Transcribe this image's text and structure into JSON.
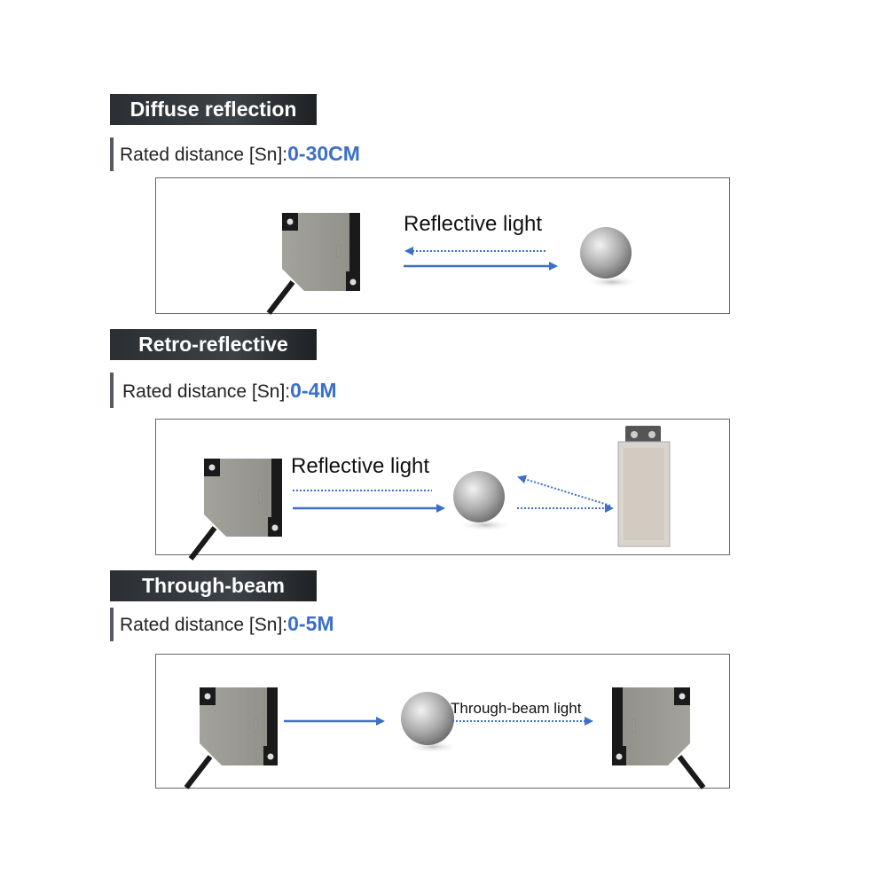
{
  "sections": [
    {
      "title": "Diffuse reflection",
      "rated_label": "Rated distance [Sn]:",
      "rated_value": "0-30CM",
      "light_label": "Reflective light"
    },
    {
      "title": "Retro-reflective",
      "rated_label": "Rated distance [Sn]:",
      "rated_value": "0-4M",
      "light_label": "Reflective light"
    },
    {
      "title": "Through-beam",
      "rated_label": "Rated distance [Sn]:",
      "rated_value": "0-5M",
      "light_label": "Through-beam light"
    }
  ],
  "colors": {
    "accent": "#3b6fc9",
    "title_bg": "#2b2f33"
  }
}
